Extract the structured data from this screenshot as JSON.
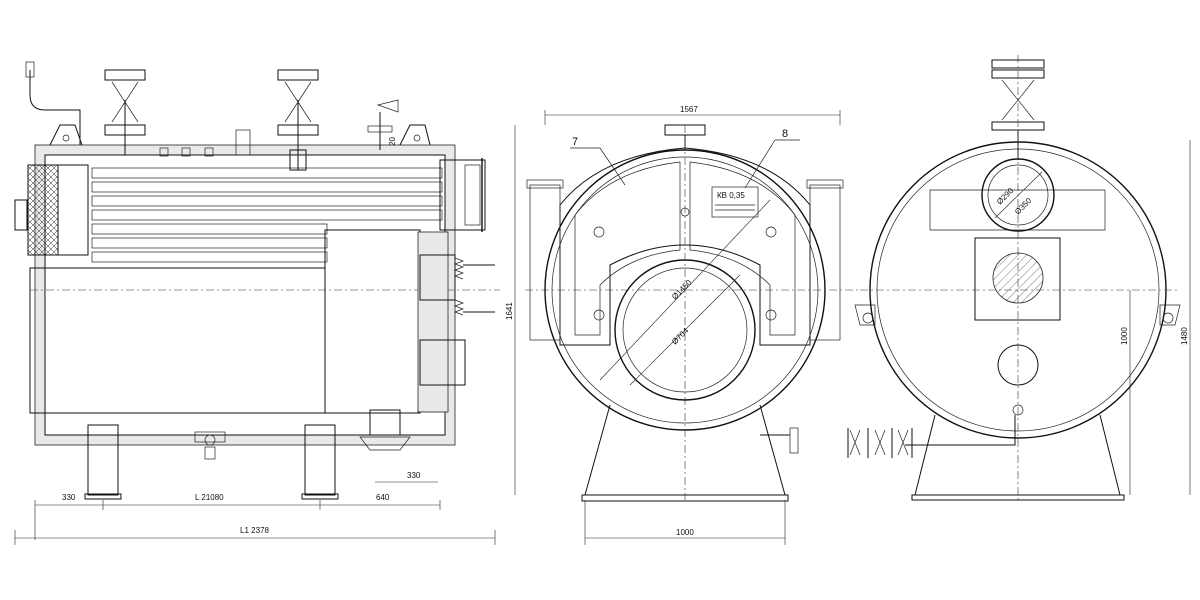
{
  "side_view": {
    "dims": {
      "left_offset": "330",
      "length": "L 21080",
      "rear": "640",
      "rear_offset": "330",
      "total": "L1 2378",
      "vent_height": "20"
    }
  },
  "front_view": {
    "dims": {
      "width": "1567",
      "height": "1641",
      "base": "1000",
      "shell_diameter": "Ø1450",
      "furnace_diameter": "Ø704"
    },
    "callouts": {
      "door": "7",
      "plate": "8"
    },
    "nameplate": "КВ 0,35"
  },
  "rear_view": {
    "dims": {
      "axis_height": "1000",
      "total_height": "1480",
      "inner_diameter": "Ø290",
      "outer_diameter": "Ø350"
    }
  }
}
